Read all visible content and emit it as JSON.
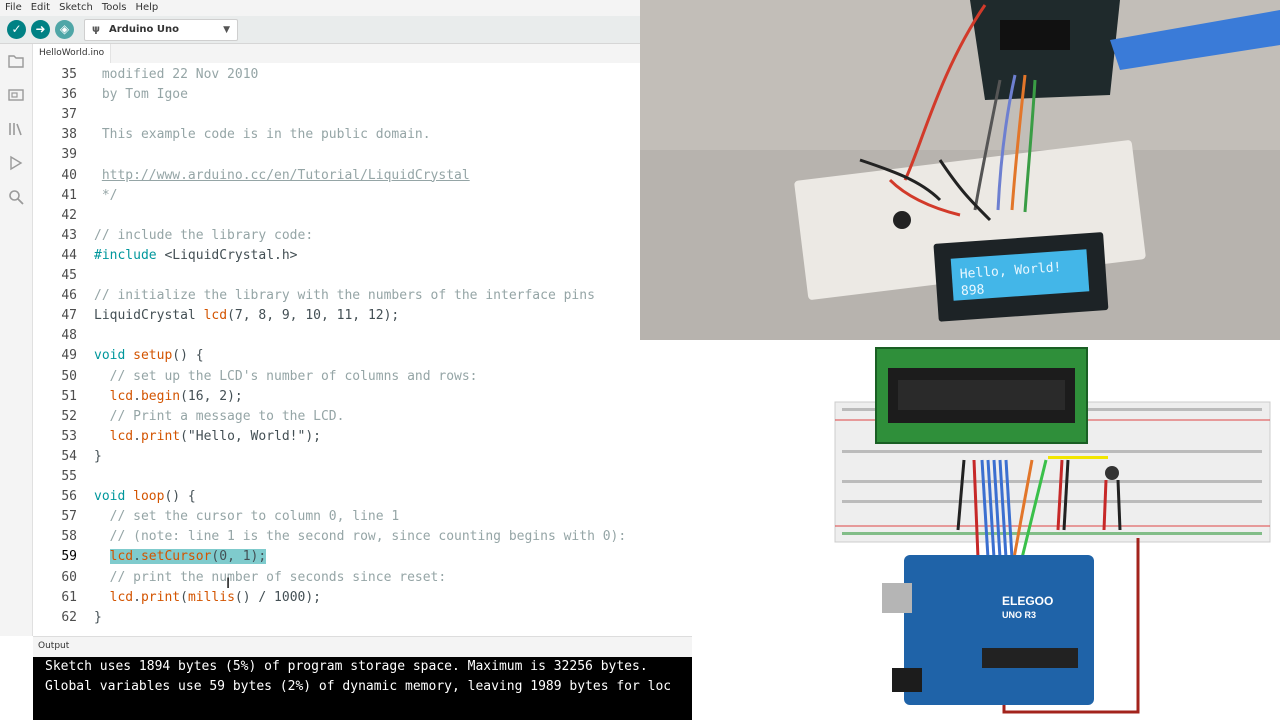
{
  "menu": [
    "File",
    "Edit",
    "Sketch",
    "Tools",
    "Help"
  ],
  "toolbar": {
    "verify_icon": "check-icon",
    "upload_icon": "arrow-right-icon",
    "debug_icon": "debug-icon",
    "board_name": "Arduino Uno"
  },
  "sidebar_icons": [
    "folder-icon",
    "boards-icon",
    "library-icon",
    "debug-icon",
    "search-icon"
  ],
  "tab": "HelloWorld.ino",
  "editor": {
    "current_line": 59,
    "lines": [
      {
        "n": "35",
        "segs": [
          {
            "c": "c",
            "t": " modified 22 Nov 2010"
          }
        ]
      },
      {
        "n": "36",
        "segs": [
          {
            "c": "c",
            "t": " by Tom Igoe"
          }
        ]
      },
      {
        "n": "37",
        "segs": []
      },
      {
        "n": "38",
        "segs": [
          {
            "c": "c",
            "t": " This example code is in the public domain."
          }
        ]
      },
      {
        "n": "39",
        "segs": []
      },
      {
        "n": "40",
        "segs": [
          {
            "c": "c",
            "t": " "
          },
          {
            "c": "c lnk",
            "t": "http://www.arduino.cc/en/Tutorial/LiquidCrystal"
          }
        ]
      },
      {
        "n": "41",
        "segs": [
          {
            "c": "c",
            "t": " */"
          }
        ]
      },
      {
        "n": "42",
        "segs": []
      },
      {
        "n": "43",
        "segs": [
          {
            "c": "c",
            "t": "// include the library code:"
          }
        ]
      },
      {
        "n": "44",
        "segs": [
          {
            "c": "k",
            "t": "#include"
          },
          {
            "c": "t",
            "t": " <LiquidCrystal.h>"
          }
        ]
      },
      {
        "n": "45",
        "segs": []
      },
      {
        "n": "46",
        "segs": [
          {
            "c": "c",
            "t": "// initialize the library with the numbers of the interface pins"
          }
        ]
      },
      {
        "n": "47",
        "segs": [
          {
            "c": "t",
            "t": "LiquidCrystal "
          },
          {
            "c": "f",
            "t": "lcd"
          },
          {
            "c": "t",
            "t": "(7, 8, 9, 10, 11, 12);"
          }
        ]
      },
      {
        "n": "48",
        "segs": []
      },
      {
        "n": "49",
        "segs": [
          {
            "c": "k",
            "t": "void"
          },
          {
            "c": "t",
            "t": " "
          },
          {
            "c": "f",
            "t": "setup"
          },
          {
            "c": "t",
            "t": "() {"
          }
        ]
      },
      {
        "n": "50",
        "segs": [
          {
            "c": "c",
            "t": "  // set up the LCD's number of columns and rows:"
          }
        ]
      },
      {
        "n": "51",
        "segs": [
          {
            "c": "t",
            "t": "  "
          },
          {
            "c": "f",
            "t": "lcd"
          },
          {
            "c": "t",
            "t": "."
          },
          {
            "c": "f",
            "t": "begin"
          },
          {
            "c": "t",
            "t": "(16, 2);"
          }
        ]
      },
      {
        "n": "52",
        "segs": [
          {
            "c": "c",
            "t": "  // Print a message to the LCD."
          }
        ]
      },
      {
        "n": "53",
        "segs": [
          {
            "c": "t",
            "t": "  "
          },
          {
            "c": "f",
            "t": "lcd"
          },
          {
            "c": "t",
            "t": "."
          },
          {
            "c": "f",
            "t": "print"
          },
          {
            "c": "t",
            "t": "(\"Hello, World!\");"
          }
        ]
      },
      {
        "n": "54",
        "segs": [
          {
            "c": "t",
            "t": "}"
          }
        ]
      },
      {
        "n": "55",
        "segs": []
      },
      {
        "n": "56",
        "segs": [
          {
            "c": "k",
            "t": "void"
          },
          {
            "c": "t",
            "t": " "
          },
          {
            "c": "f",
            "t": "loop"
          },
          {
            "c": "t",
            "t": "() {"
          }
        ]
      },
      {
        "n": "57",
        "segs": [
          {
            "c": "c",
            "t": "  // set the cursor to column 0, line 1"
          }
        ]
      },
      {
        "n": "58",
        "segs": [
          {
            "c": "c",
            "t": "  // (note: line 1 is the second row, since counting begins with 0):"
          }
        ]
      },
      {
        "n": "59",
        "segs": [
          {
            "c": "t",
            "t": "  "
          },
          {
            "c": "f hl",
            "t": "lcd"
          },
          {
            "c": "t hl",
            "t": "."
          },
          {
            "c": "f hl",
            "t": "setCursor"
          },
          {
            "c": "t hl",
            "t": "(0, 1);"
          }
        ]
      },
      {
        "n": "60",
        "segs": [
          {
            "c": "c",
            "t": "  // print the number of seconds since reset:"
          }
        ]
      },
      {
        "n": "61",
        "segs": [
          {
            "c": "t",
            "t": "  "
          },
          {
            "c": "f",
            "t": "lcd"
          },
          {
            "c": "t",
            "t": "."
          },
          {
            "c": "f",
            "t": "print"
          },
          {
            "c": "t",
            "t": "("
          },
          {
            "c": "f",
            "t": "millis"
          },
          {
            "c": "t",
            "t": "() / 1000);"
          }
        ]
      },
      {
        "n": "62",
        "segs": [
          {
            "c": "t",
            "t": "}"
          }
        ]
      }
    ]
  },
  "output": {
    "label": "Output",
    "lines": [
      "Sketch uses 1894 bytes (5%) of program storage space. Maximum is 32256 bytes.",
      "Global variables use 59 bytes (2%) of dynamic memory, leaving 1989 bytes for loc"
    ]
  },
  "photo_lcd": {
    "line1": "Hello, World!",
    "line2": "898"
  },
  "diagram_board": {
    "brand": "ELEGOO",
    "model": "UNO R3"
  },
  "colors": {
    "accent": "#008184",
    "highlight": "#7fcbcd",
    "lcd_backlight": "#43b6e8"
  }
}
